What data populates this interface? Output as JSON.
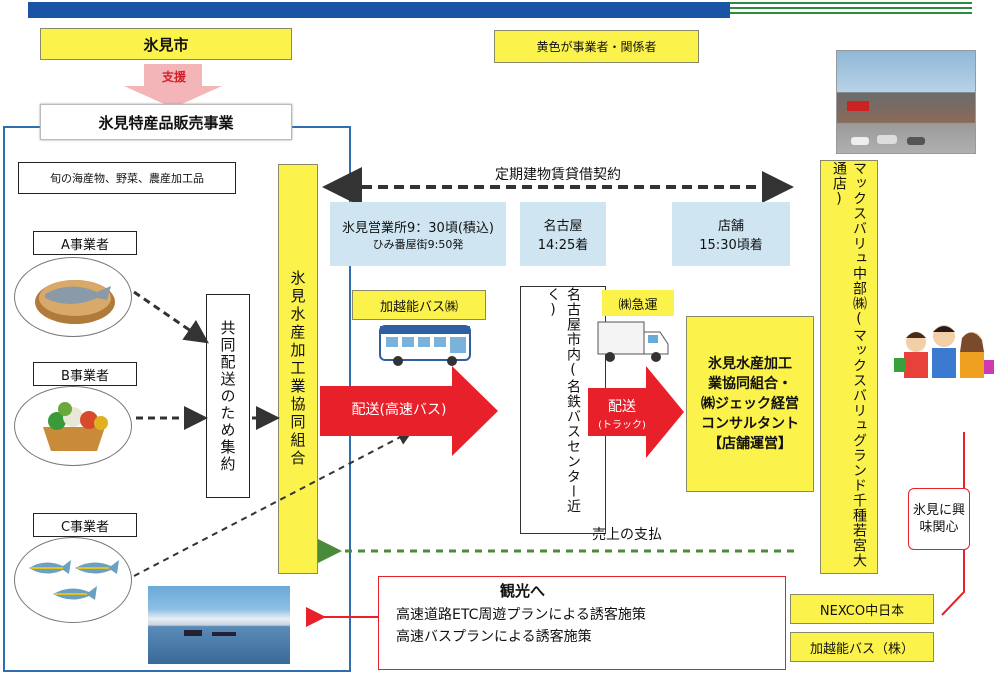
{
  "city": {
    "title": "氷見市",
    "support": "支援"
  },
  "legend": "黄色が事業者・関係者",
  "project_title": "氷見特産品販売事業",
  "products": "旬の海産物、野菜、農産加工品",
  "suppliers": [
    "A事業者",
    "B事業者",
    "C事業者"
  ],
  "joint_delivery": "共同配送のため集約",
  "coop": "氷見水産加工業協同組合",
  "lease": "定期建物賃貸借契約",
  "schedule": {
    "himi_line1": "氷見営業所9：30頃(積込)",
    "himi_line2": "ひみ番屋街9:50発",
    "nagoya_line1": "名古屋",
    "nagoya_line2": "14:25着",
    "store_line1": "店舗",
    "store_line2": "15:30頃着"
  },
  "bus_company": "加越能バス㈱",
  "truck_company": "㈱急運",
  "delivery_bus": "配送(高速バス)",
  "nagoya_point": "名古屋市内(名鉄バスセンター近く)",
  "delivery_truck_main": "配送",
  "delivery_truck_sub": "(トラック)",
  "operator": {
    "line1": "氷見水産加工",
    "line2": "業協同組合・",
    "line3": "㈱ジェック経営",
    "line4": "コンサルタント",
    "line5": "【店舗運営】"
  },
  "max_valu": "マックスバリュ中部㈱(マックスバリュグランド千種若宮大通店)",
  "payment": "売上の支払",
  "interest": "氷見に興味関心",
  "tourism": {
    "title": "観光へ",
    "line1": "高速道路ETC周遊プランによる誘客施策",
    "line2": "高速バスプランによる誘客施策"
  },
  "partners": [
    "NEXCO中日本",
    "加越能バス（株）"
  ],
  "colors": {
    "yellow": "#fbf24c",
    "blue_frame": "#2f6fb0",
    "red": "#e8202a",
    "green_dash": "#4a8a3a",
    "light_blue": "#cfe6f2"
  }
}
